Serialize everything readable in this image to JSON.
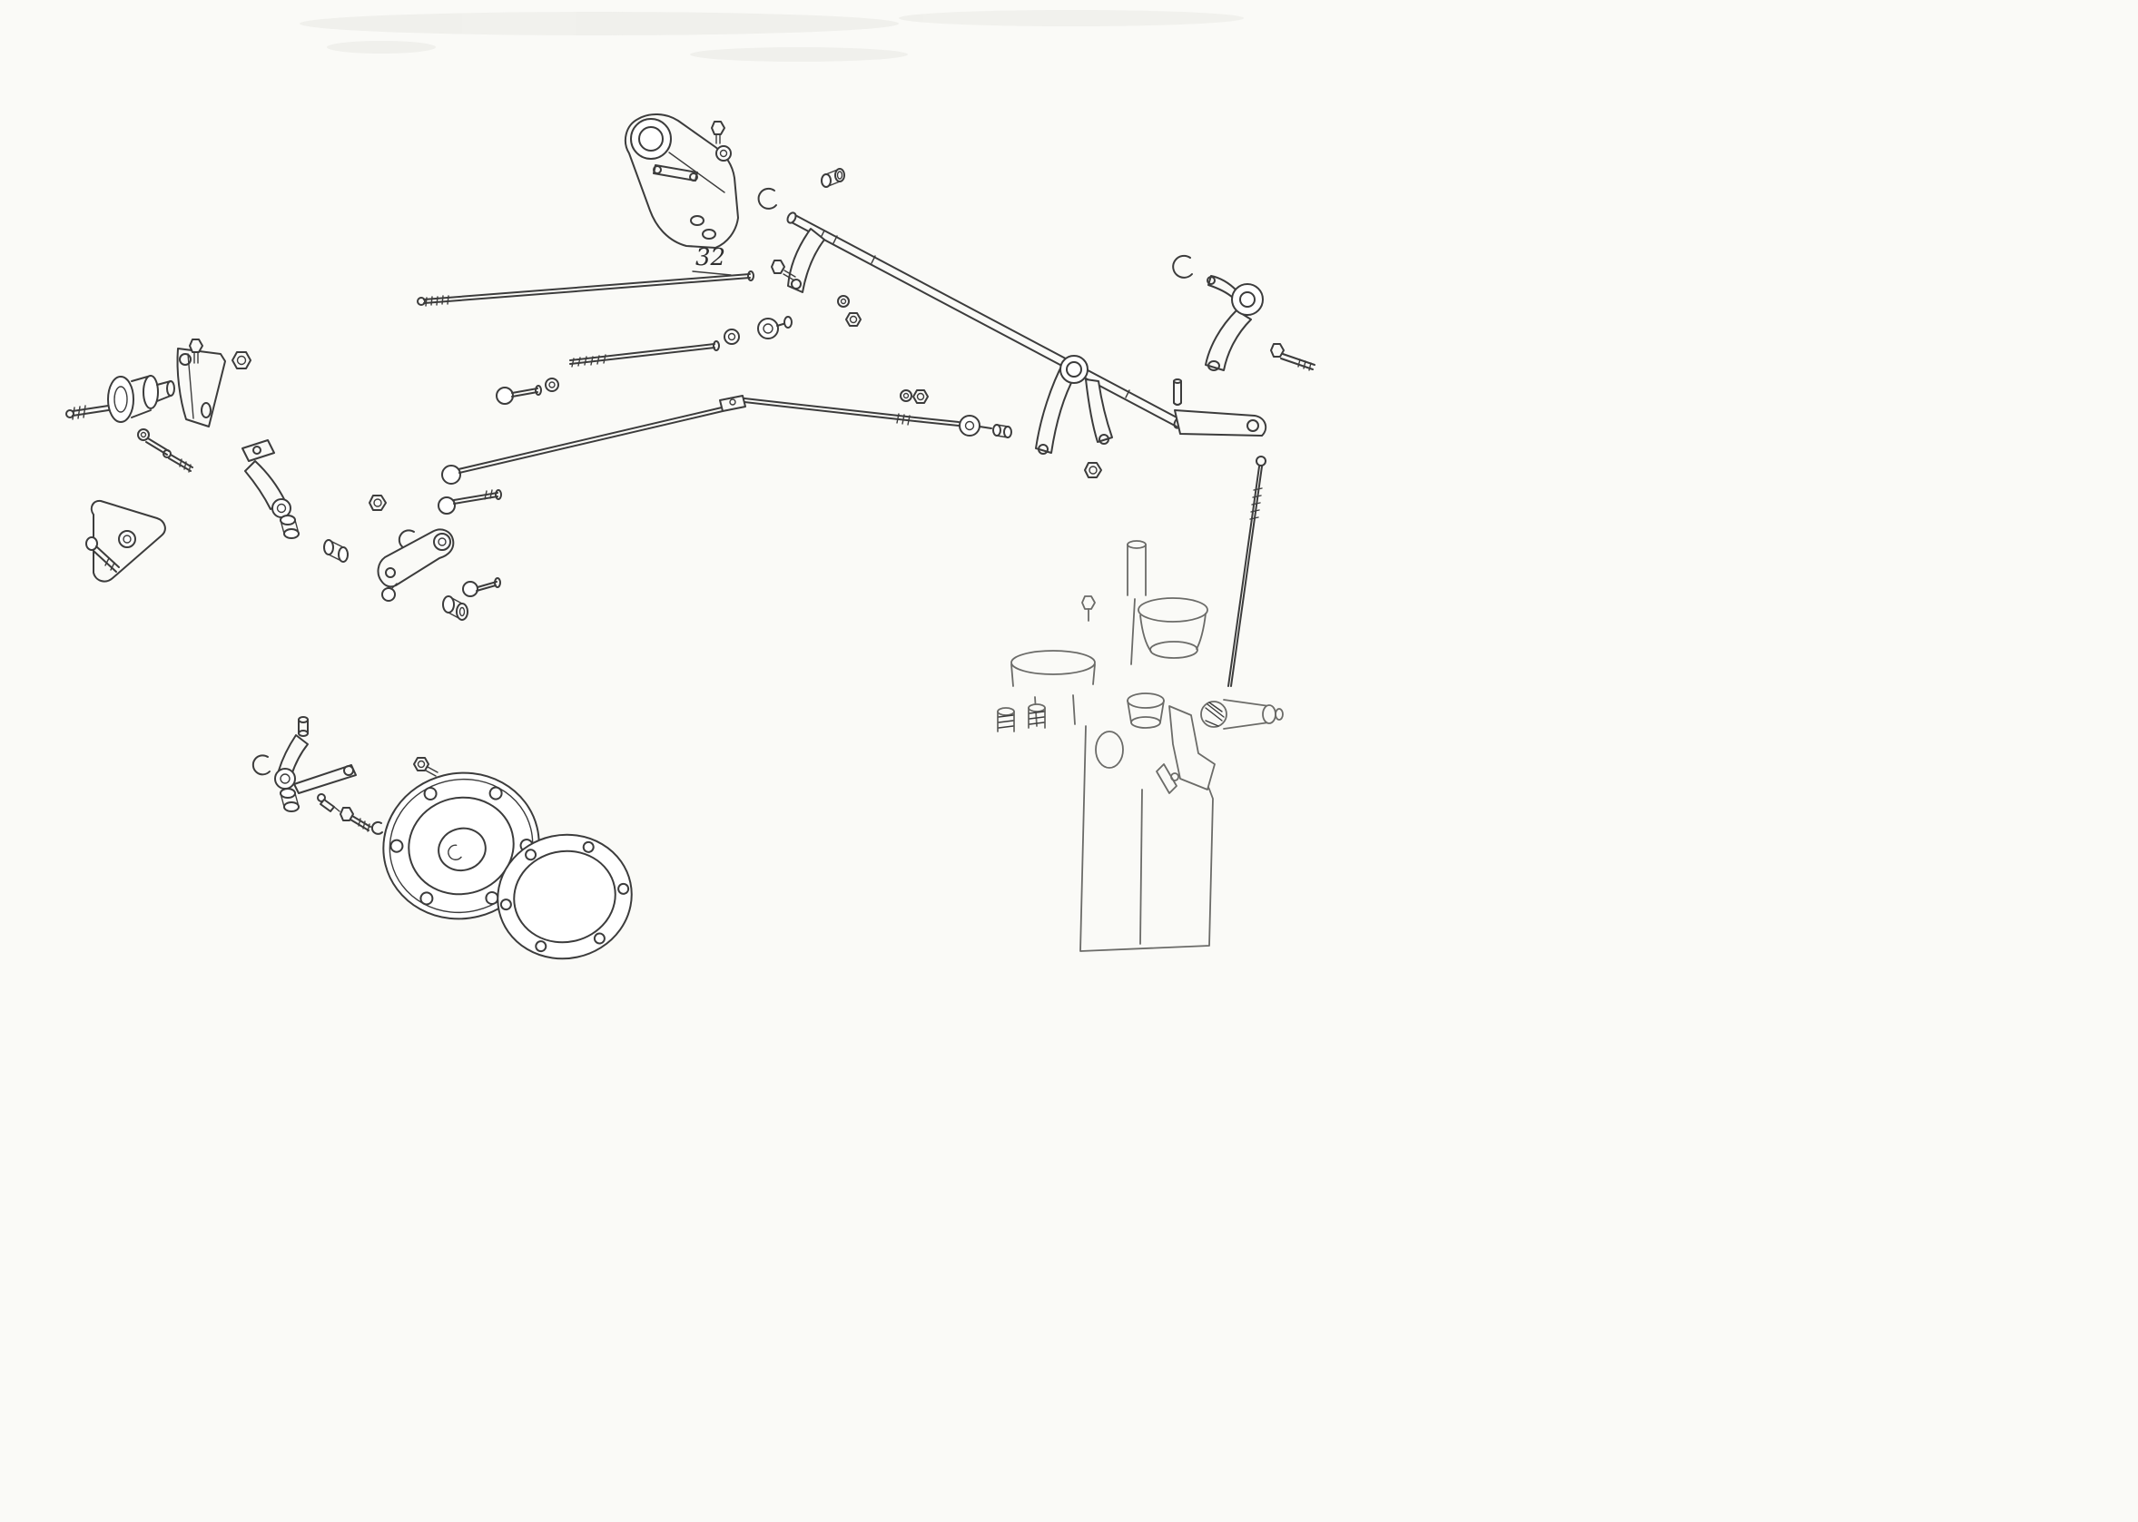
{
  "page": {
    "kind": "scanned exploded-parts line diagram",
    "background_color": "#fafaf7",
    "line_color": "#3c3c3c",
    "secondary_line_color": "#6b6b68"
  },
  "labels": {
    "part_number": "32"
  },
  "parts": [
    "mounting-bracket",
    "bracket-bolt",
    "bracket-washer",
    "cross-shaft",
    "shaft-bellcrank",
    "shaft-support-bracket",
    "shaft-end-lever",
    "retaining-e-clip",
    "spacer-bushing",
    "hex-nut",
    "flat-washer",
    "bellcrank-upper-right",
    "circlip",
    "anchor-stud",
    "clevis-pin",
    "throttle-rod-vertical",
    "firewall-bracket",
    "pivot-pin-assembly",
    "mounting-bolt",
    "lock-nut",
    "link-pin",
    "threaded-stud",
    "triangular-bracket",
    "bracket-pin",
    "bellcrank-lever",
    "pivot-bushing",
    "relay-lever",
    "ball-stud",
    "connecting-rod-upper",
    "connecting-rod-middle",
    "relay-rod",
    "short-link",
    "ball-joint",
    "adjuster-nut",
    "accelerator-bellcrank",
    "grease-fitting",
    "set-bolt",
    "retaining-clip",
    "flange-plate",
    "gasket",
    "carburetor-assembly"
  ]
}
